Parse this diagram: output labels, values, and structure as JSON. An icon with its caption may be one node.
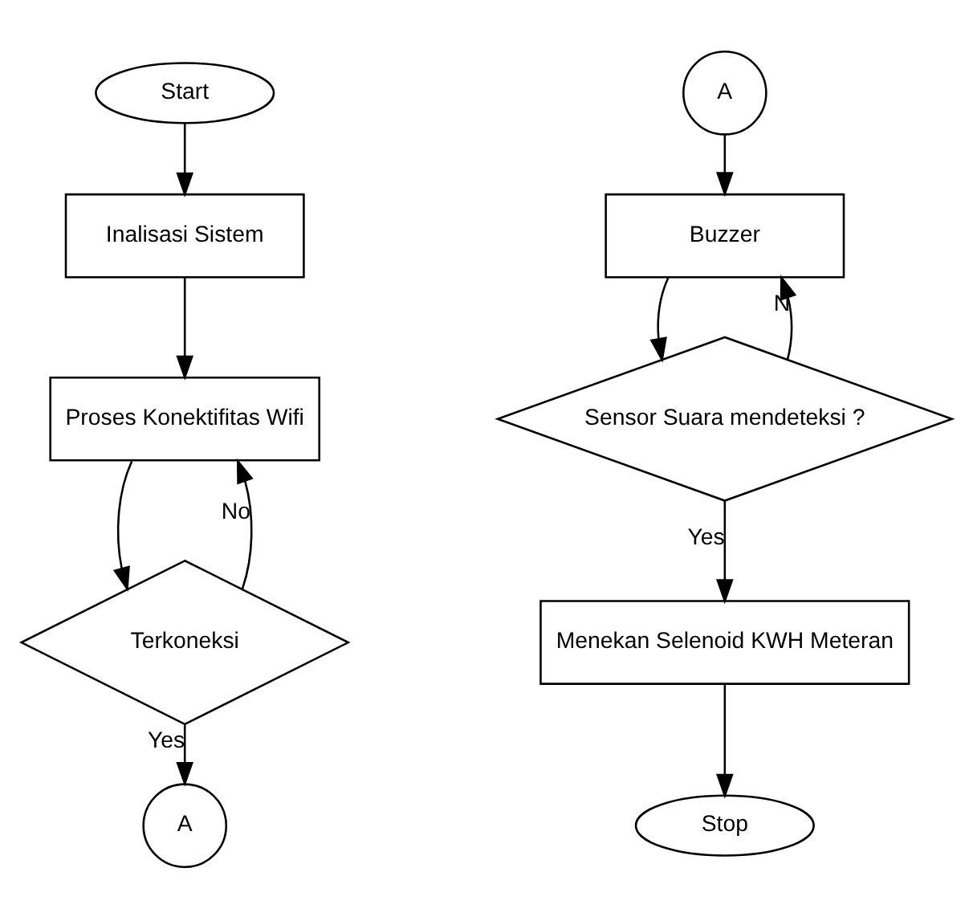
{
  "diagram": {
    "nodes": [
      {
        "text": [
          "Start"
        ]
      },
      {
        "text": [
          "Inalisasi Sistem"
        ]
      },
      {
        "text": [
          "Proses Konektifitas Wifi"
        ]
      },
      {
        "text": [
          "Terkoneksi"
        ]
      },
      {
        "text": [
          "A"
        ]
      },
      {
        "text": [
          "A"
        ]
      },
      {
        "text": [
          "Buzzer"
        ]
      },
      {
        "text": [
          "Sensor Suara mendeteksi ?"
        ]
      },
      {
        "text": [
          "Menekan Selenoid KWH Meteran"
        ]
      },
      {
        "text": [
          "Stop"
        ]
      }
    ],
    "edges": [
      {
        "from": 0,
        "to": 1,
        "arrow": "to"
      },
      {
        "from": 1,
        "to": 2,
        "arrow": "to"
      },
      {
        "from": 2,
        "to": 3,
        "arrow": "to"
      },
      {
        "from": 3,
        "to": 2,
        "arrow": "to",
        "label": "No"
      },
      {
        "from": 3,
        "to": 4,
        "arrow": "to",
        "label": "Yes"
      },
      {
        "from": 5,
        "to": 6,
        "arrow": "to"
      },
      {
        "from": 6,
        "to": 7,
        "arrow": "to"
      },
      {
        "from": 7,
        "to": 6,
        "arrow": "to",
        "label": "N"
      },
      {
        "from": 7,
        "to": 8,
        "arrow": "to",
        "label": "Yes"
      },
      {
        "from": 8,
        "to": 9,
        "arrow": "to"
      }
    ]
  }
}
